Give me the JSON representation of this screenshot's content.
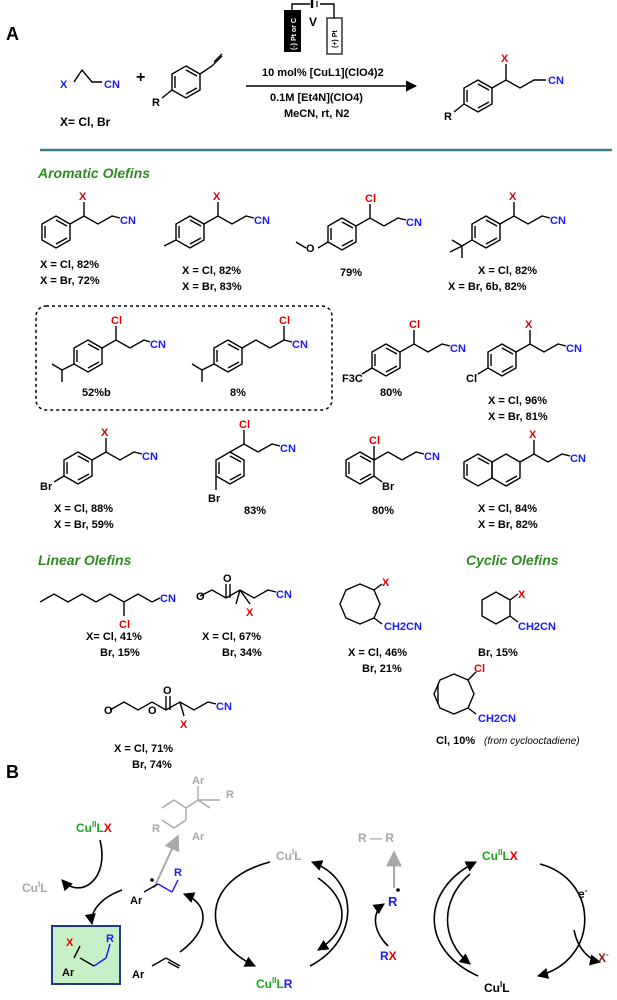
{
  "panel_a": {
    "label": "A",
    "reagent_x": "X",
    "reagent_cn": "CN",
    "reagent_note": "X= Cl, Br",
    "plus": "+",
    "olefin_r": "R",
    "electrode_left": "(-) Pt or C",
    "electrode_right": "(+) Pt",
    "voltage": "V",
    "cond1": "10 mol% [CuL1](ClO4)2",
    "cond2": "0.1M [Et4N](ClO4)",
    "cond3": "MeCN, rt, N2",
    "product_x": "X",
    "product_cn": "CN",
    "product_r": "R"
  },
  "sections": {
    "aromatic": "Aromatic Olefins",
    "linear": "Linear Olefins",
    "cyclic": "Cyclic Olefins"
  },
  "yields": {
    "a1": [
      "X = Cl, 82%",
      "X = Br, 72%"
    ],
    "a2": [
      "X = Cl, 82%",
      "X = Br, 83%"
    ],
    "a3": [
      "79%"
    ],
    "a4": [
      "X = Cl, 82%",
      "X = Br, 6b, 82%"
    ],
    "b1": [
      "52%b"
    ],
    "b2": [
      "8%"
    ],
    "b3": [
      "80%"
    ],
    "b4": [
      "X = Cl, 96%",
      "X = Br, 81%"
    ],
    "c1": [
      "X = Cl, 88%",
      "X = Br, 59%"
    ],
    "c2": [
      "83%"
    ],
    "c3": [
      "80%"
    ],
    "c4": [
      "X = Cl, 84%",
      "X = Br, 82%"
    ],
    "l1": [
      "X= Cl, 41%",
      "Br, 15%"
    ],
    "l2": [
      "X = Cl, 67%",
      "Br, 34%"
    ],
    "l3": [
      "X = Cl, 71%",
      "Br, 74%"
    ],
    "cy1": [
      "X = Cl, 46%",
      "Br, 21%"
    ],
    "cy2": [
      "Br, 15%"
    ],
    "cy3": [
      "Cl, 10%",
      "(from cyclooctadiene)"
    ]
  },
  "atoms": {
    "X": "X",
    "Cl": "Cl",
    "Br": "Br",
    "CN": "CN",
    "CH2CN": "CH2CN",
    "F3C": "F3C",
    "O": "O",
    "Ar": "Ar",
    "R": "R"
  },
  "panel_b": {
    "label": "B",
    "cu2lx_left": "CuIILX",
    "cu1l_left": "CuIL",
    "cu1l_top": "CuIL",
    "cu2lr": "CuIILR",
    "r_r": "R — R",
    "cu2lx_right": "CuIILX",
    "cu1l_right": "CuIL",
    "rx": "RX",
    "x_minus": "X-",
    "e_minus": "e-",
    "radical_r": "R"
  },
  "colors": {
    "green_header": "#2e8b1e",
    "divider": "#3a7f8c",
    "nitrile_blue": "#1a1aff",
    "halide_red": "#e00000",
    "copper_green": "#1fa31f",
    "product_box": "#c8f0c8",
    "grey": "#a8a8a8"
  }
}
